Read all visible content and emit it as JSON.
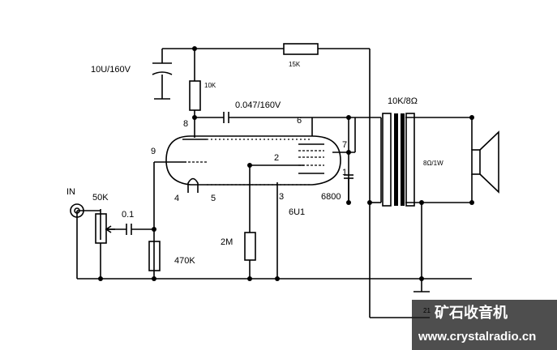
{
  "labels": {
    "cap_10u": "10U/160V",
    "res_15k": "15K",
    "res_10k": "10K",
    "cap_0047": "0.047/160V",
    "transformer": "10K/8Ω",
    "speaker": "8Ω/1W",
    "input": "IN",
    "pot": "50K",
    "cap_01": "0.1",
    "res_470k": "470K",
    "res_2m": "2M",
    "tube": "6U1",
    "tube2": "6800"
  },
  "pins": {
    "p8": "8",
    "p9": "9",
    "p6": "6",
    "p7": "7",
    "p2": "2",
    "p1": "1",
    "p4": "4",
    "p5": "5",
    "p3": "3"
  },
  "partial": "21",
  "watermark": {
    "brand": "矿石收音机",
    "url": "www.crystalradio.cn"
  }
}
